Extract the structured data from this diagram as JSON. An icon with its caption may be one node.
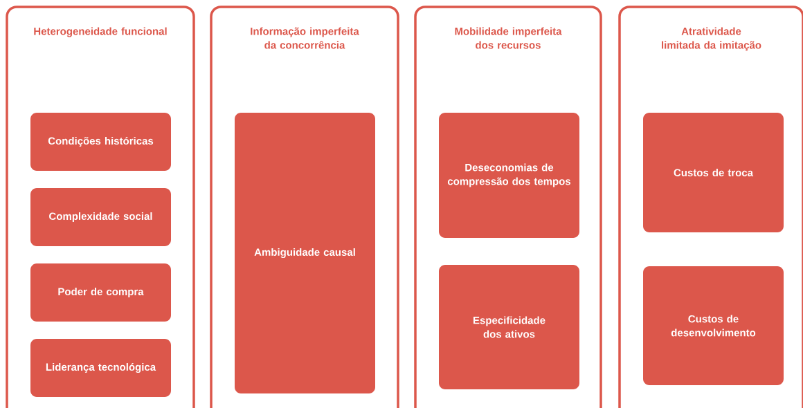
{
  "diagram": {
    "nodes": [
      {
        "text": [
          "Heterogeneidade funcional"
        ]
      },
      {
        "text": [
          "Condições históricas"
        ],
        "in": 0
      },
      {
        "text": [
          "Complexidade social"
        ],
        "in": 0
      },
      {
        "text": [
          "Poder de compra"
        ],
        "in": 0
      },
      {
        "text": [
          "Liderança tecnológica"
        ],
        "in": 0
      },
      {
        "text": [
          "Informação imperfeita da concorrência"
        ]
      },
      {
        "text": [
          "Ambiguidade causal"
        ],
        "in": 5
      },
      {
        "text": [
          "Mobilidade imperfeita dos recursos"
        ]
      },
      {
        "text": [
          "Deseconomias de compressão dos tempos"
        ],
        "in": 7
      },
      {
        "text": [
          "Especificidade dos ativos"
        ],
        "in": 7
      },
      {
        "text": [
          "Atratividade limitada da imitação"
        ]
      },
      {
        "text": [
          "Custos de troca"
        ],
        "in": 10
      },
      {
        "text": [
          "Custos de desenvolvimento"
        ],
        "in": 10
      }
    ]
  }
}
